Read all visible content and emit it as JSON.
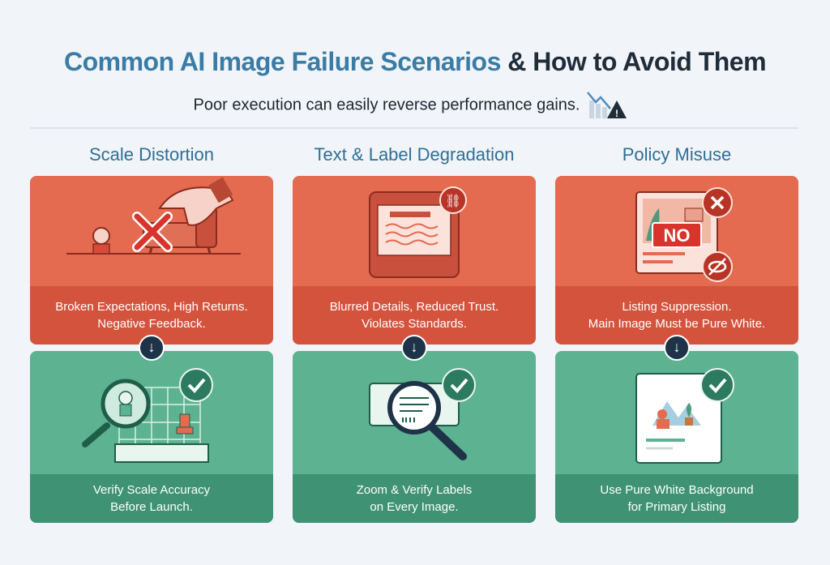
{
  "header": {
    "title_part1": "Common AI Image Failure Scenarios",
    "title_part2": " & How to Avoid Them",
    "subtitle": "Poor execution can easily reverse performance gains."
  },
  "columns": [
    {
      "title": "Scale Distortion",
      "problem_line1": "Broken Expectations, High Returns.",
      "problem_line2": "Negative Feedback.",
      "solution_line1": "Verify Scale Accuracy",
      "solution_line2": "Before Launch."
    },
    {
      "title": "Text & Label Degradation",
      "problem_line1": "Blurred Details, Reduced Trust.",
      "problem_line2": "Violates Standards.",
      "solution_line1": "Zoom & Verify Labels",
      "solution_line2": "on Every Image."
    },
    {
      "title": "Policy Misuse",
      "problem_line1": "Listing Suppression.",
      "problem_line2": "Main Image Must be Pure White.",
      "solution_line1": "Use Pure White Background",
      "solution_line2": "for Primary Listing",
      "badge": "NO"
    }
  ],
  "arrow_glyph": "↓",
  "colors": {
    "problem": "#e46a50",
    "problem_band": "#d4533d",
    "solution": "#5db292",
    "solution_band": "#3f9274",
    "title_blue": "#3a7ca5"
  }
}
